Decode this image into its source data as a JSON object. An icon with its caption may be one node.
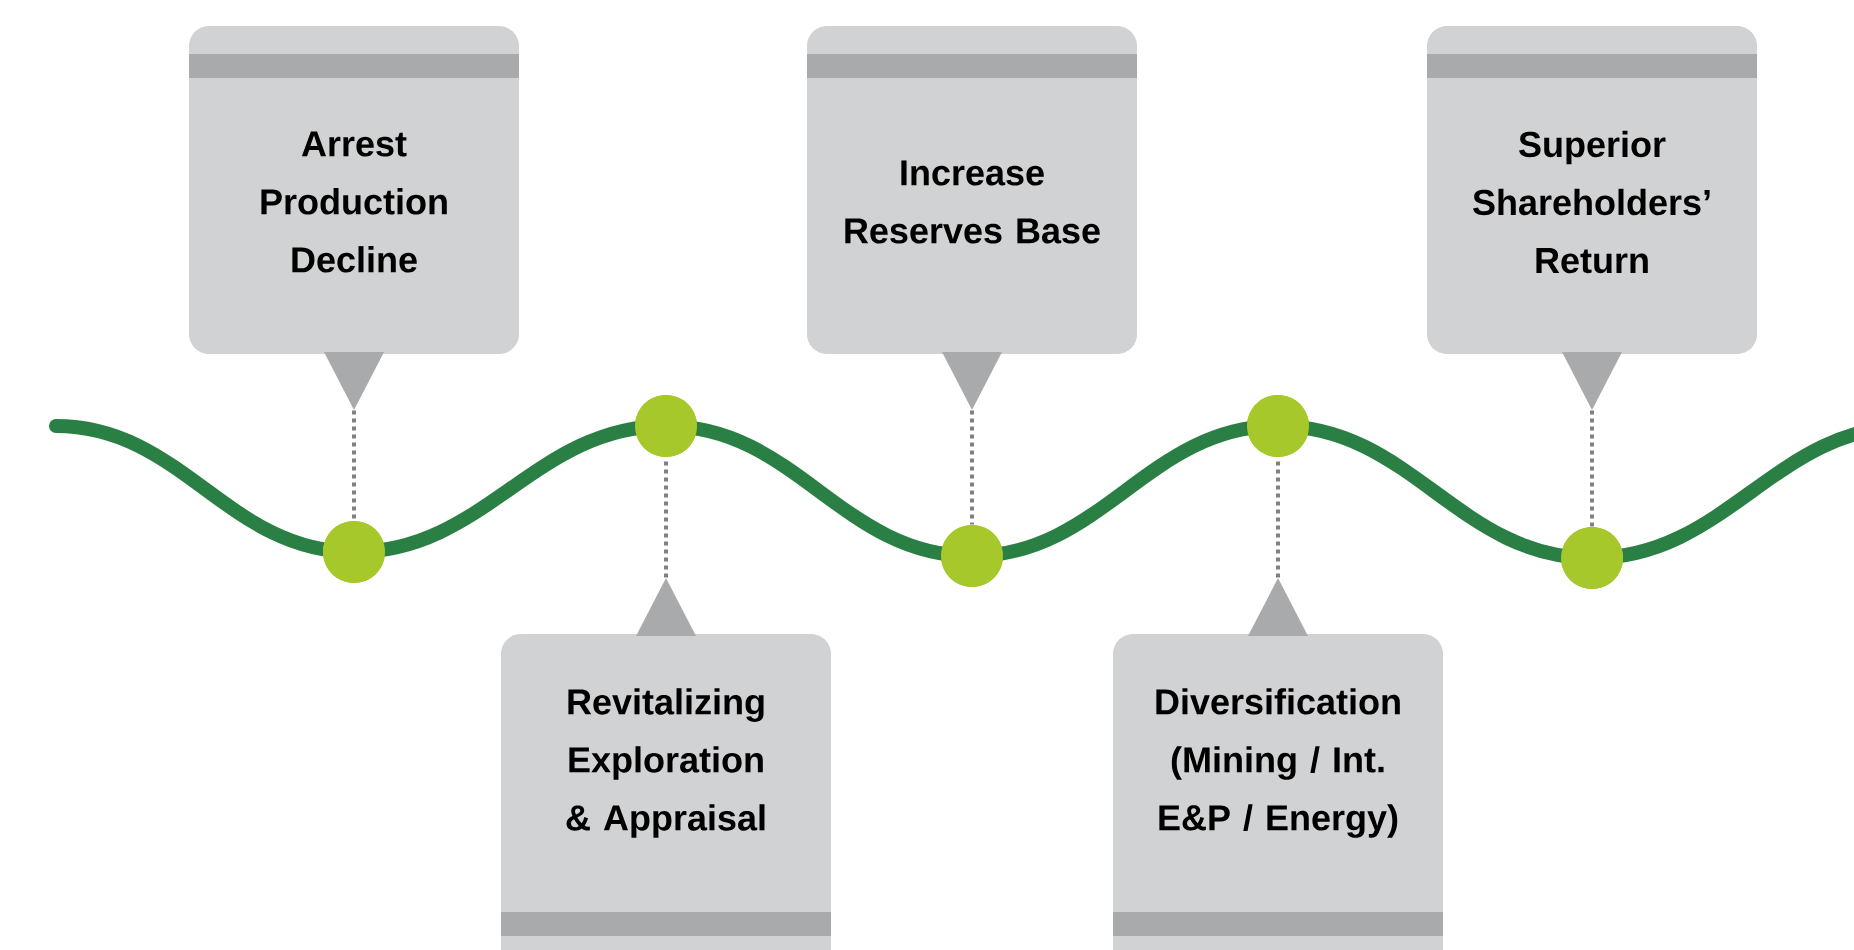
{
  "diagram": {
    "nodes": [
      {
        "text": [
          "Arrest Production Decline"
        ]
      },
      {
        "text": [
          "Revitalizing Exploration & Appraisal"
        ]
      },
      {
        "text": [
          "Increase Reserves Base"
        ]
      },
      {
        "text": [
          "Diversification (Mining / Int. E&P / Energy)"
        ]
      },
      {
        "text": [
          "Superior Shareholders’ Return"
        ]
      },
      {
        "text": [],
        "shape": "circle"
      },
      {
        "text": [],
        "shape": "circle"
      },
      {
        "text": [],
        "shape": "circle"
      },
      {
        "text": [],
        "shape": "circle"
      },
      {
        "text": [],
        "shape": "circle"
      }
    ],
    "edges": [
      {
        "from": 0,
        "to": 5,
        "arrow": "none",
        "style": "dashed"
      },
      {
        "from": 1,
        "to": 6,
        "arrow": "none",
        "style": "dashed"
      },
      {
        "from": 2,
        "to": 7,
        "arrow": "none",
        "style": "dashed"
      },
      {
        "from": 3,
        "to": 8,
        "arrow": "none",
        "style": "dashed"
      },
      {
        "from": 4,
        "to": 9,
        "arrow": "none",
        "style": "dashed"
      },
      {
        "from": 5,
        "to": 6,
        "arrow": "none",
        "style": "thick",
        "color": "#2a7f45"
      },
      {
        "from": 6,
        "to": 7,
        "arrow": "none",
        "style": "thick",
        "color": "#2a7f45"
      },
      {
        "from": 7,
        "to": 8,
        "arrow": "none",
        "style": "thick",
        "color": "#2a7f45"
      },
      {
        "from": 8,
        "to": 9,
        "arrow": "none",
        "style": "thick",
        "color": "#2a7f45"
      }
    ]
  }
}
